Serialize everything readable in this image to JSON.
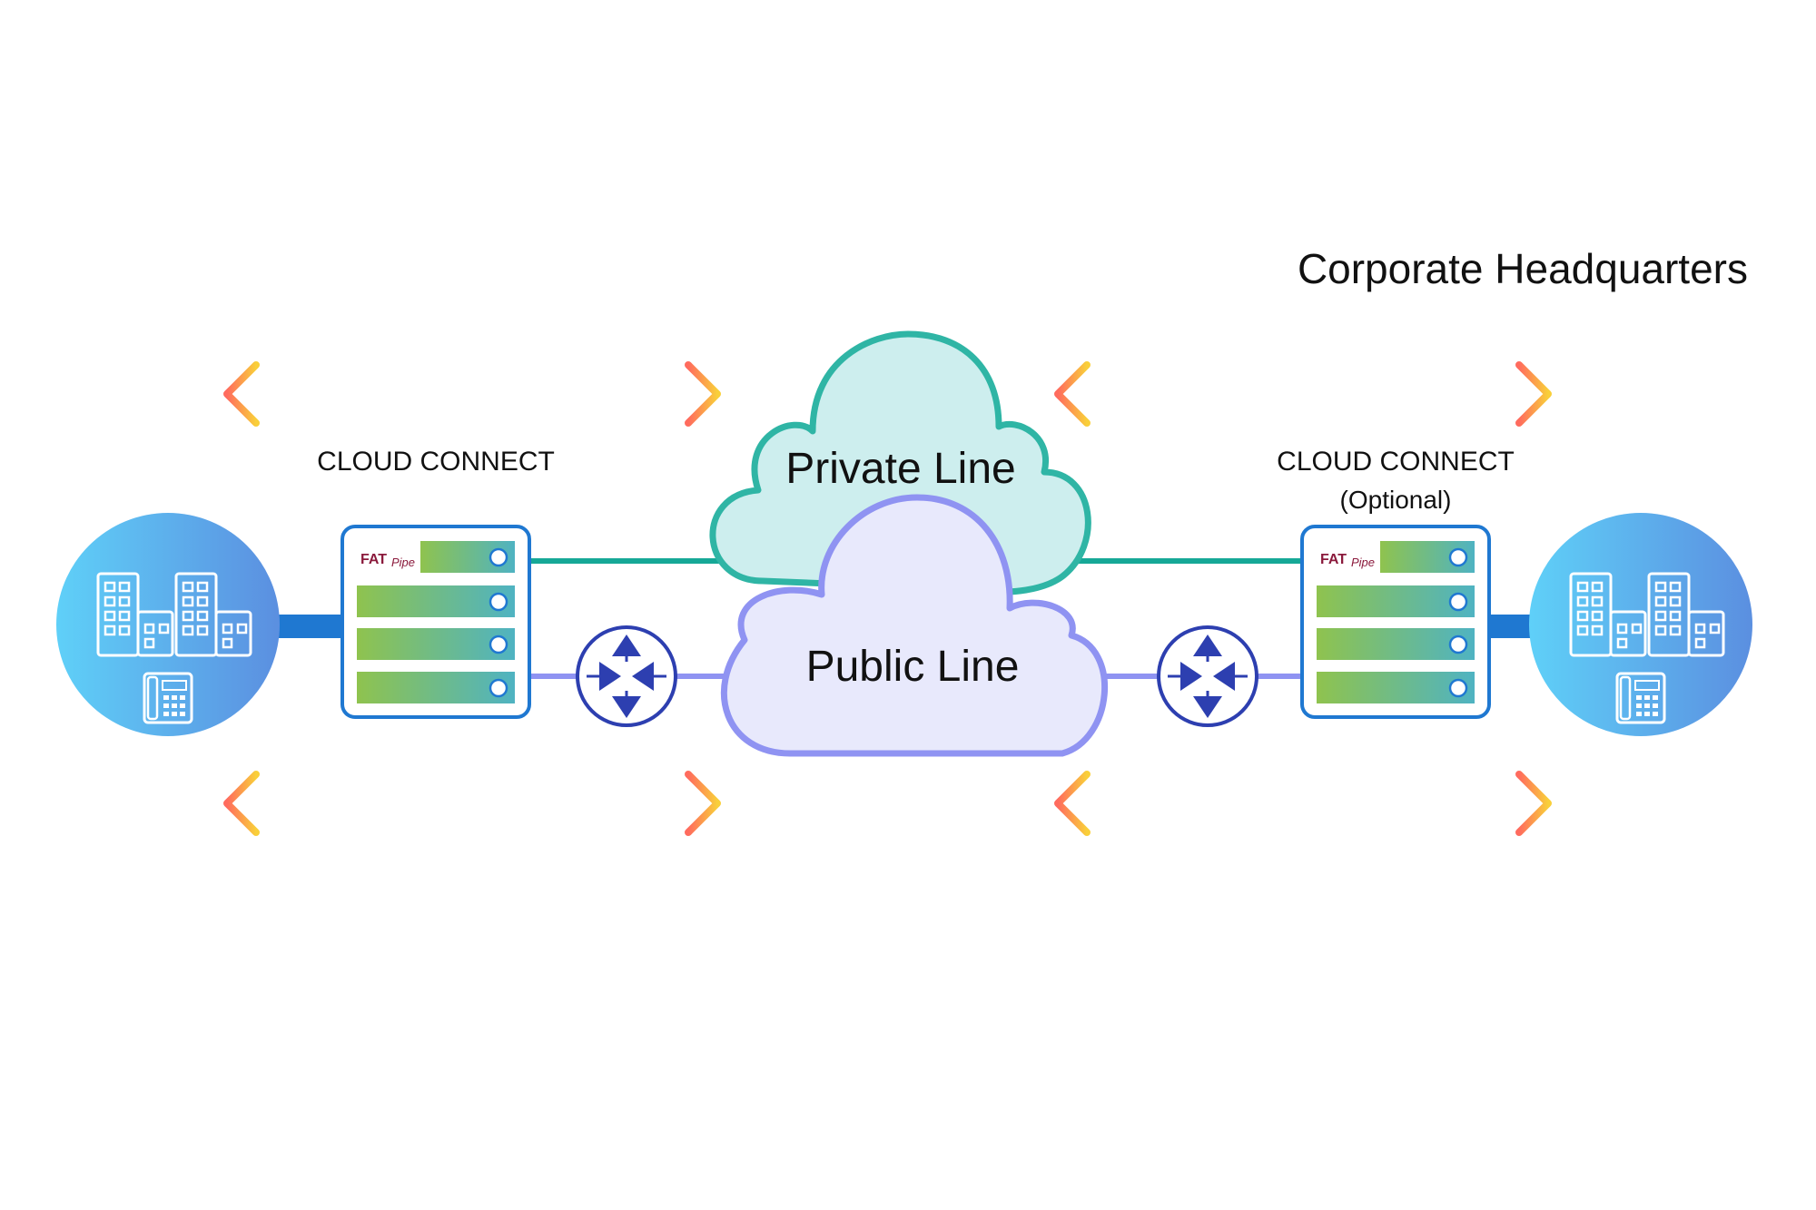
{
  "labels": {
    "corporate_headquarters": "Corporate Headquarters",
    "private_line": "Private Line",
    "public_line": "Public Line",
    "cloud_connect_left": "CLOUD CONNECT",
    "cloud_connect_right": "CLOUD CONNECT",
    "optional": "(Optional)",
    "brand_fat": "FAT",
    "brand_pipe": "Pipe"
  },
  "colors": {
    "private": "#2fb5a5",
    "private_fill": "#cdeeee",
    "public": "#8f93f2",
    "public_fill": "#e8e9fc",
    "arrow_start": "#ff6b5e",
    "arrow_end": "#f9cf3a",
    "device_border": "#1f78d1",
    "site_link": "#1f78d1",
    "router": "#2d3fb0",
    "brand": "#8b1a3c"
  },
  "icons": [
    "office-buildings-icon",
    "desk-phone-icon",
    "router-icon",
    "cloud-icon",
    "server-rack-icon",
    "double-arrow-icon"
  ]
}
